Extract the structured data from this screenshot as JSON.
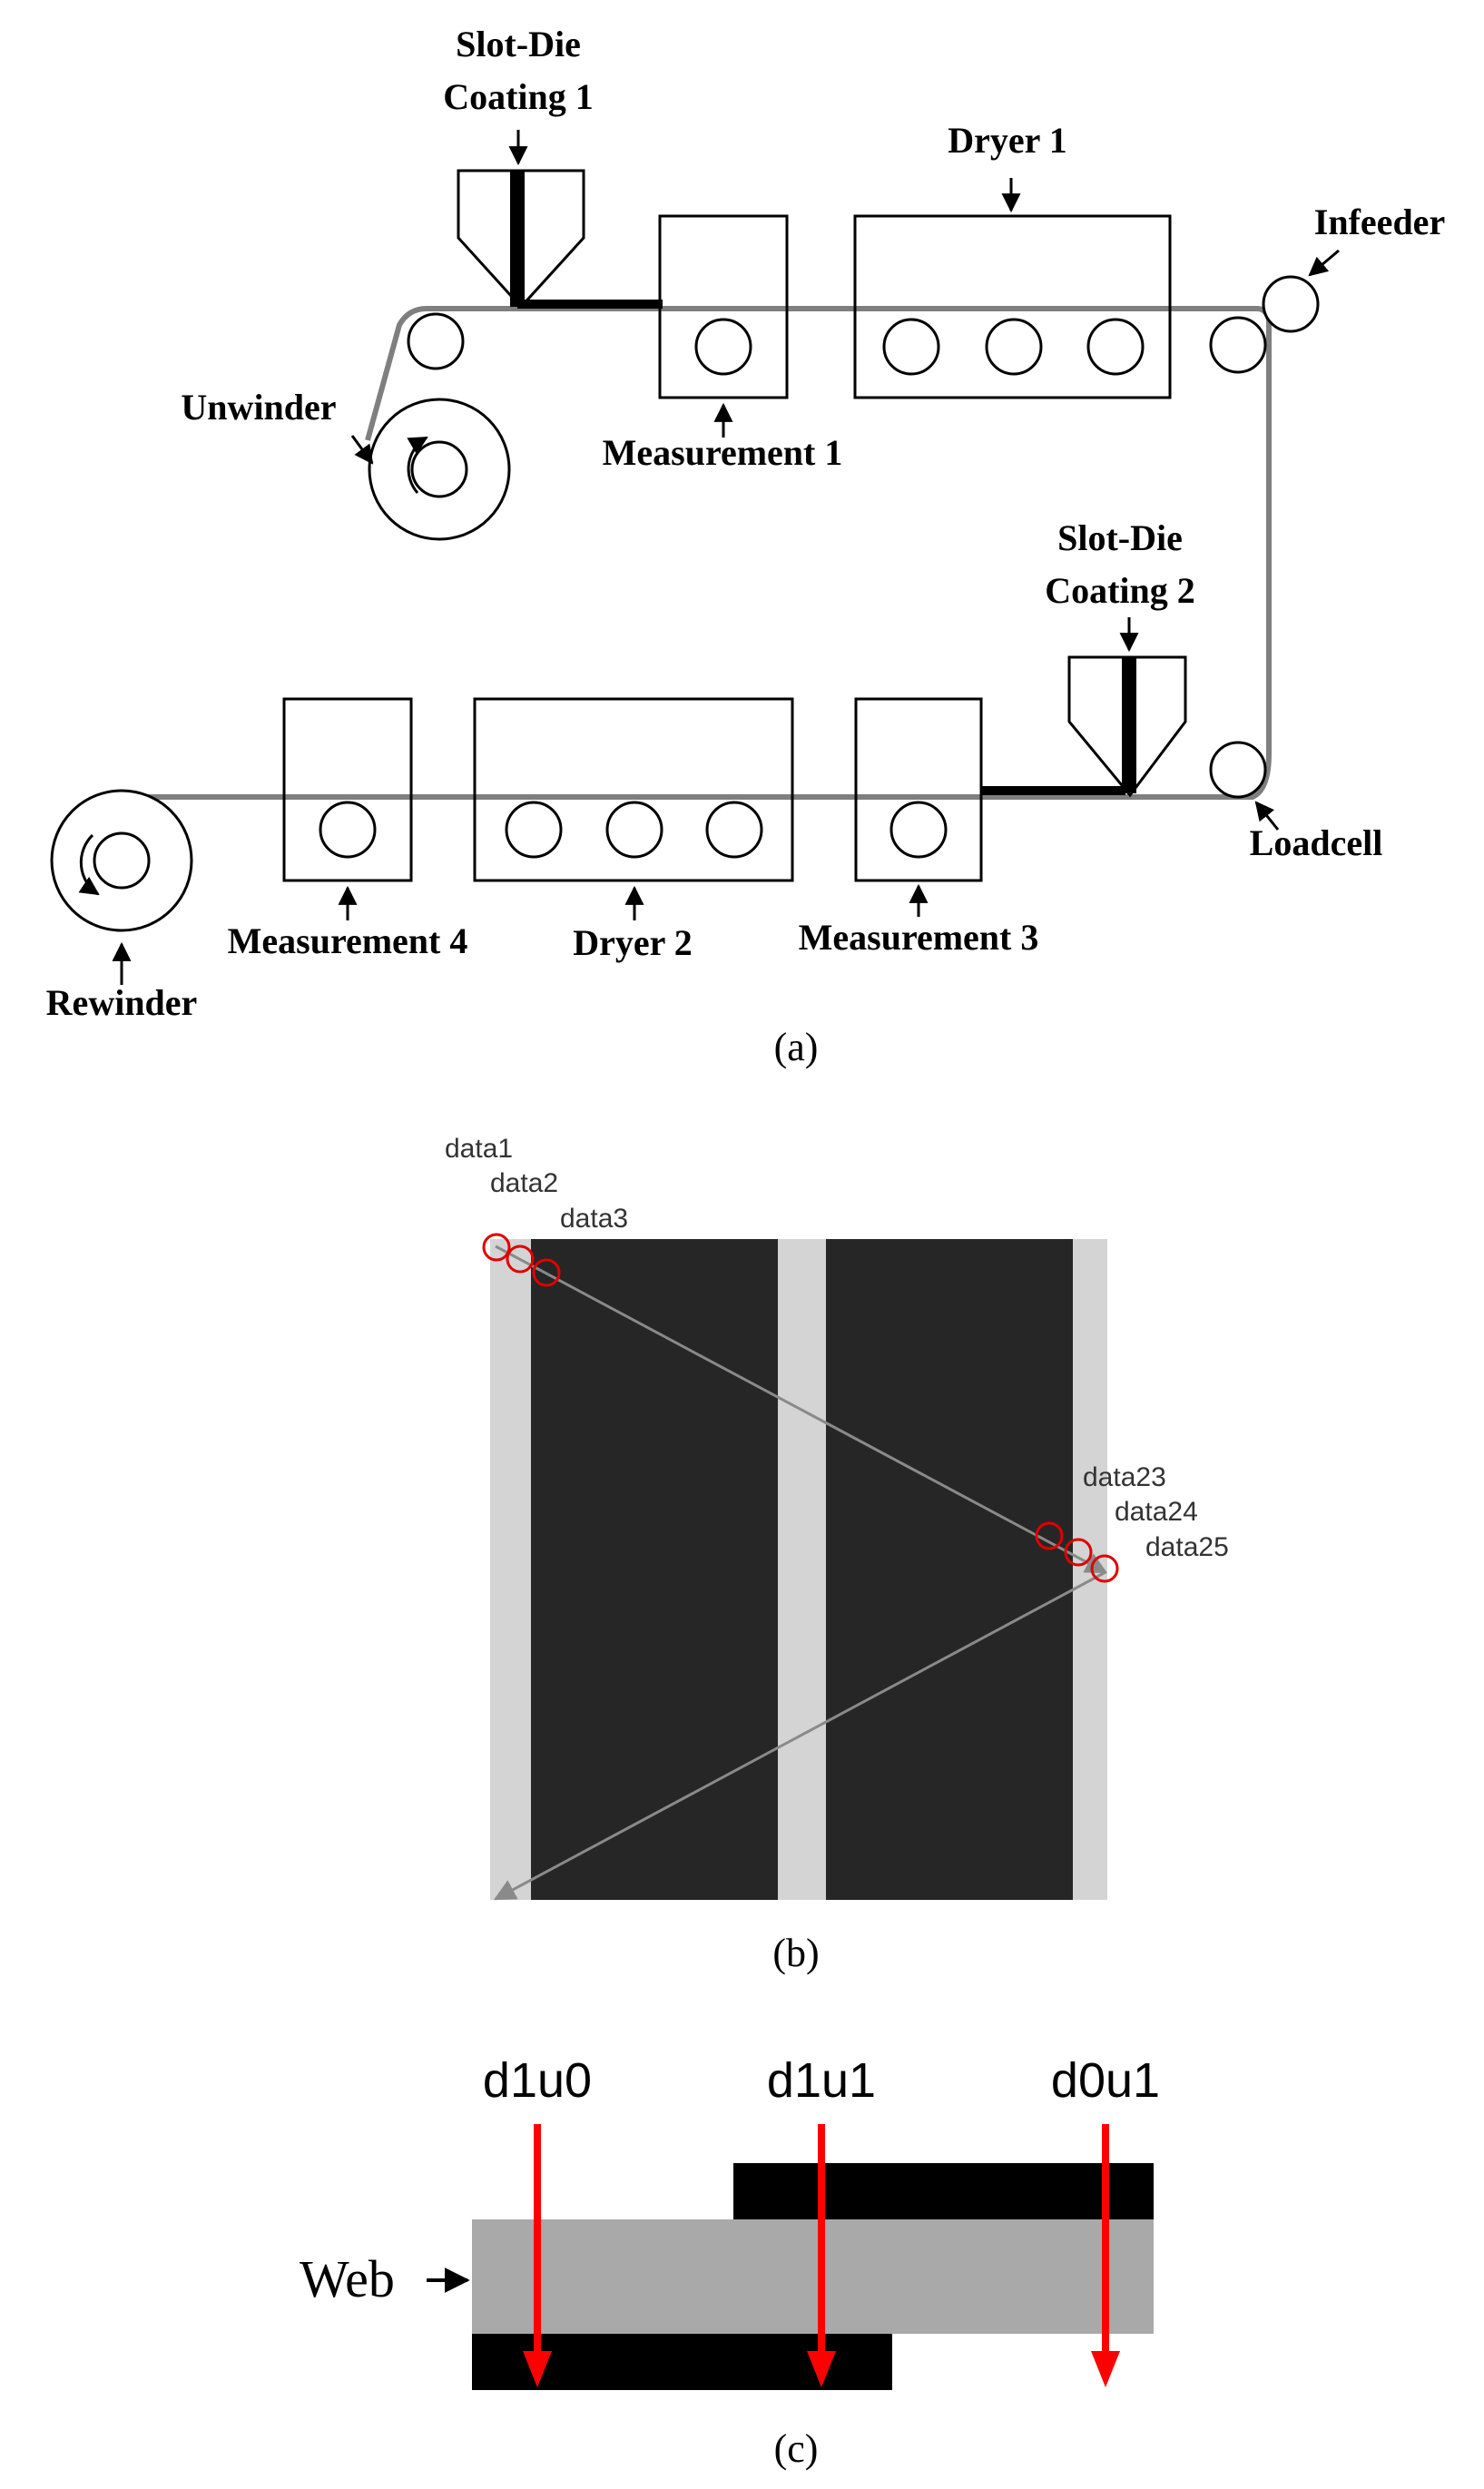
{
  "panel_a": {
    "caption": "(a)",
    "labels": {
      "slot_die_1_line1": "Slot-Die",
      "slot_die_1_line2": "Coating 1",
      "dryer_1": "Dryer 1",
      "infeeder": "Infeeder",
      "unwinder": "Unwinder",
      "measurement_1": "Measurement 1",
      "slot_die_2_line1": "Slot-Die",
      "slot_die_2_line2": "Coating 2",
      "loadcell": "Loadcell",
      "measurement_4": "Measurement 4",
      "dryer_2": "Dryer 2",
      "measurement_3": "Measurement 3",
      "rewinder": "Rewinder"
    }
  },
  "panel_b": {
    "caption": "(b)",
    "points": {
      "data1": "data1",
      "data2": "data2",
      "data3": "data3",
      "data23": "data23",
      "data24": "data24",
      "data25": "data25"
    },
    "colors": {
      "coating": "#262626",
      "uncoated": "#d4d4d4",
      "marker": "#e00000",
      "scan": "#8a8a8a"
    }
  },
  "panel_c": {
    "caption": "(c)",
    "labels": {
      "d1u0": "d1u0",
      "d1u1": "d1u1",
      "d0u1": "d0u1",
      "web": "Web"
    },
    "colors": {
      "web": "#a9a9a9",
      "layer": "#000000",
      "arrow": "#ff0000"
    }
  }
}
